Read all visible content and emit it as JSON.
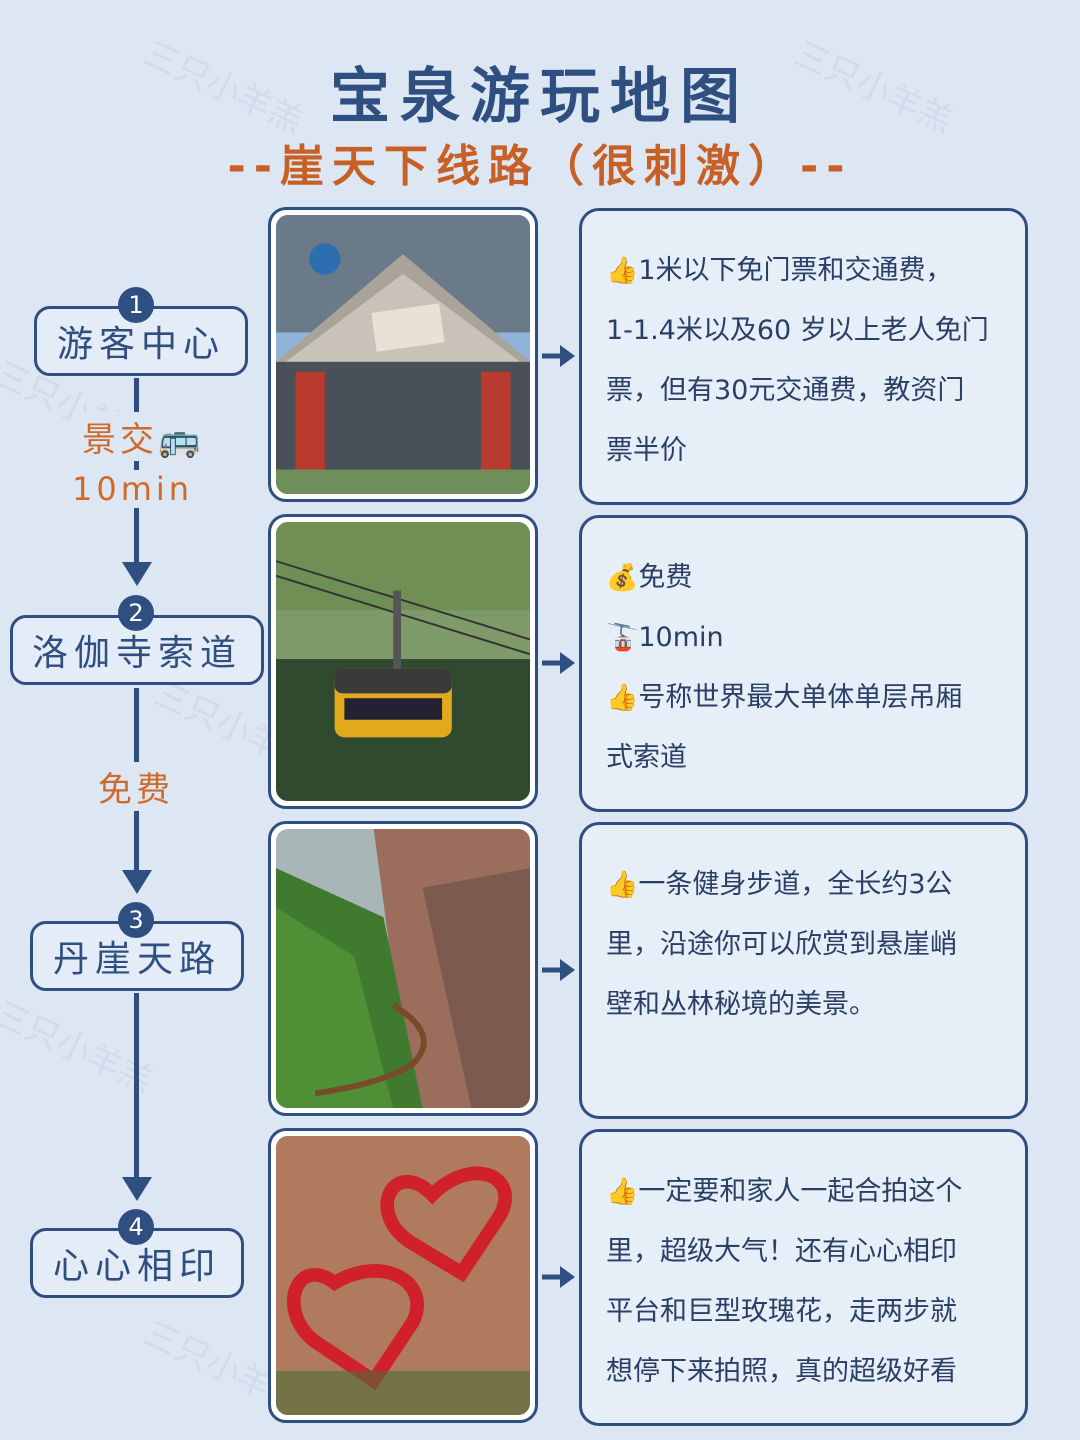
{
  "title": "宝泉游玩地图",
  "subtitle": "--崖天下线路（很刺激）--",
  "watermark": "三只小羊羔",
  "accent_color": "#2f4f80",
  "highlight_color": "#c85f25",
  "stops": [
    {
      "number": "1",
      "name": "游客中心",
      "photo_icon": "visitor-center-photo",
      "card_lines": [
        {
          "icon": "👍",
          "text": "1米以下免门票和交通费，"
        },
        {
          "icon": "",
          "text": "1-1.4米以及60 岁以上老人免门"
        },
        {
          "icon": "",
          "text": "票，但有30元交通费，教资门"
        },
        {
          "icon": "",
          "text": "票半价"
        }
      ]
    },
    {
      "number": "2",
      "name": "洛伽寺索道",
      "photo_icon": "cable-car-photo",
      "card_lines": [
        {
          "icon": "💰",
          "text": "免费"
        },
        {
          "icon": "🚡",
          "text": "10min"
        },
        {
          "icon": "👍",
          "text": "号称世界最大单体单层吊厢"
        },
        {
          "icon": "",
          "text": "式索道"
        }
      ]
    },
    {
      "number": "3",
      "name": "丹崖天路",
      "photo_icon": "cliff-path-photo",
      "card_lines": [
        {
          "icon": "👍",
          "text": "一条健身步道，全长约3公"
        },
        {
          "icon": "",
          "text": "里，沿途你可以欣赏到悬崖峭"
        },
        {
          "icon": "",
          "text": "壁和丛林秘境的美景。"
        }
      ]
    },
    {
      "number": "4",
      "name": "心心相印",
      "photo_icon": "heart-platform-photo",
      "card_lines": [
        {
          "icon": "👍",
          "text": "一定要和家人一起合拍这个"
        },
        {
          "icon": "",
          "text": "里，超级大气！还有心心相印"
        },
        {
          "icon": "",
          "text": "平台和巨型玫瑰花，走两步就"
        },
        {
          "icon": "",
          "text": "想停下来拍照，真的超级好看"
        }
      ]
    }
  ],
  "transit": [
    {
      "label": "景交",
      "icon": "🚌",
      "time": "10min"
    },
    {
      "label": "免费"
    }
  ]
}
